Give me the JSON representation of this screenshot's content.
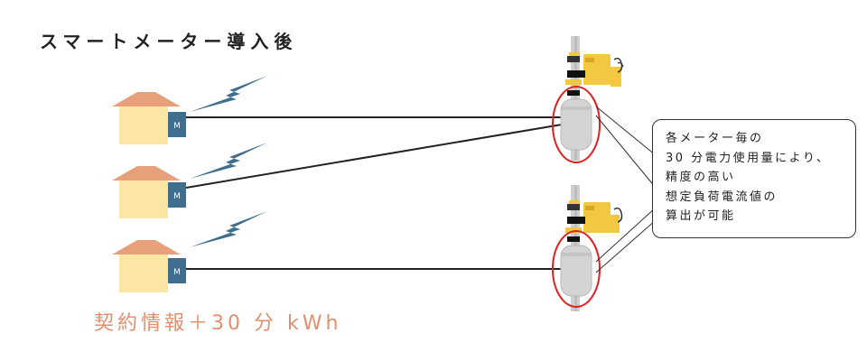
{
  "title": "スマートメーター導入後",
  "subtitle": "契約情報＋30 分 kWh",
  "meter_label": "M",
  "callout": {
    "lines": [
      "各メーター毎の",
      "30 分電力使用量により、",
      "精度の高い",
      "想定負荷電流値の",
      "算出が可能"
    ]
  },
  "colors": {
    "house_roof": "#e8a07a",
    "house_wall": "#fbe6a3",
    "meter_box": "#3f6e8e",
    "lightning": "#3f6e8e",
    "pole": "#c9c9c9",
    "transformer": "#f2c840",
    "highlight_circle": "#e02020",
    "subtitle": "#e09070"
  }
}
